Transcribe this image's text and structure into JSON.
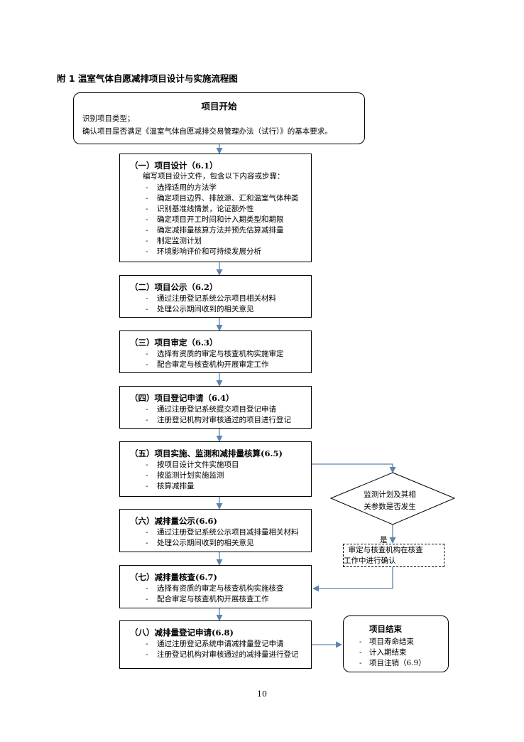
{
  "title": "附 1    温室气体自愿减排项目设计与实施流程图",
  "start": {
    "heading": "项目开始",
    "lines": [
      "识别项目类型；",
      "确认项目是否满足《温室气体自愿减排交易管理办法（试行）》的基本要求。"
    ]
  },
  "steps": [
    {
      "heading": "（一）项目设计（6.1）",
      "intro": "编写项目设计文件，包含以下内容或步骤：",
      "items": [
        "选择适用的方法学",
        "确定项目边界、排放源、汇和温室气体种类",
        "识别基准线情景，论证额外性",
        "确定项目开工时间和计入期类型和期限",
        "确定减排量核算方法并预先估算减排量",
        "制定监测计划",
        "环境影响评价和可持续发展分析"
      ]
    },
    {
      "heading": "（二）项目公示（6.2）",
      "items": [
        "通过注册登记系统公示项目相关材料",
        "处理公示期间收到的相关意见"
      ]
    },
    {
      "heading": "（三）项目审定（6.3）",
      "items": [
        "选择有资质的审定与核查机构实施审定",
        "配合审定与核查机构开展审定工作"
      ]
    },
    {
      "heading": "（四）项目登记申请（6.4）",
      "items": [
        "通过注册登记系统提交项目登记申请",
        "注册登记机构对审核通过的项目进行登记"
      ]
    },
    {
      "heading": "（五）项目实施、监测和减排量核算(6.5)",
      "items": [
        "按项目设计文件实施项目",
        "按监测计划实施监测",
        "核算减排量"
      ]
    },
    {
      "heading": "（六）减排量公示(6.6)",
      "items": [
        "通过注册登记系统公示项目减排量相关材料",
        "处理公示期间收到的相关意见"
      ]
    },
    {
      "heading": "（七）减排量核查(6.7)",
      "items": [
        "选择有资质的审定与核查机构实施核查",
        "配合审定与核查机构开展核查工作"
      ]
    },
    {
      "heading": "（八）减排量登记申请(6.8)",
      "items": [
        "通过注册登记系统申请减排量登记申请",
        "注册登记机构对审核通过的减排量进行登记"
      ]
    }
  ],
  "decision": {
    "lines": [
      "监测计划及其相",
      "关参数是否发生"
    ],
    "yes_label": "是",
    "action_lines": [
      "  审定与核查机构在核查",
      "工作中进行确认"
    ]
  },
  "end": {
    "heading": "项目结束",
    "items": [
      "项目寿命结束",
      "计入期结束",
      "项目注销（6.9）"
    ]
  },
  "dash": "-",
  "page_number": "10",
  "colors": {
    "arrow": "#5b84b1",
    "border": "#000000"
  }
}
